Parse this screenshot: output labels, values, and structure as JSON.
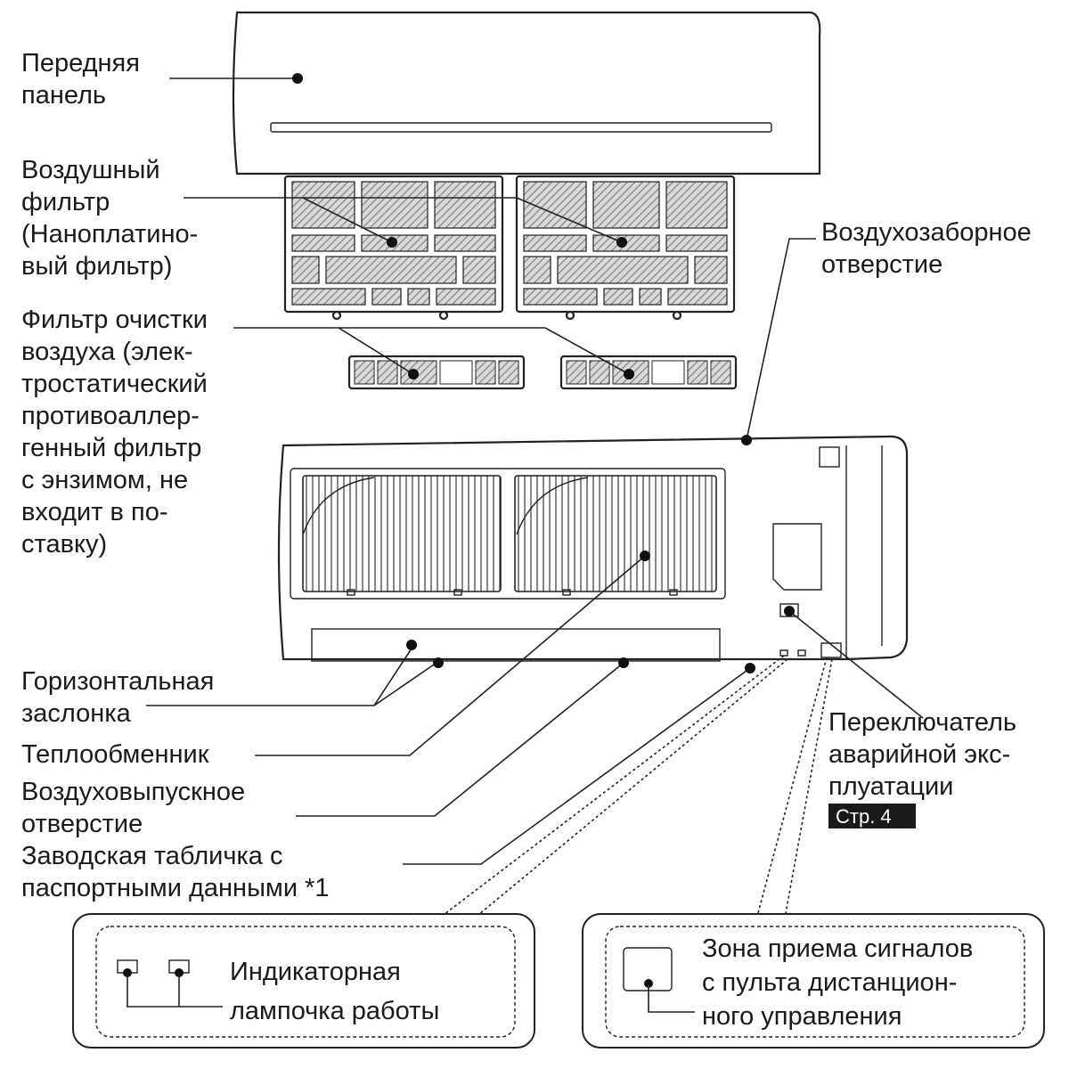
{
  "labels": {
    "front_panel": [
      "Передняя",
      "панель"
    ],
    "air_filter": [
      "Воздушный",
      "фильтр",
      "(Наноплатино-",
      "вый фильтр)"
    ],
    "cleaning_filter": [
      "Фильтр очистки",
      "воздуха (элек-",
      "тростатический",
      "противоаллер-",
      "генный фильтр",
      "с энзимом, не",
      "входит в по-",
      "ставку)"
    ],
    "air_intake": [
      "Воздухозаборное",
      "отверстие"
    ],
    "horizontal_flap": [
      "Горизонтальная",
      "заслонка"
    ],
    "heat_exchanger": [
      "Теплообменник"
    ],
    "air_outlet": [
      "Воздуховыпускное",
      "отверстие"
    ],
    "nameplate": [
      "Заводская табличка с",
      "паспортными данными *1"
    ],
    "emergency_switch": [
      "Переключатель",
      "аварийной экс-",
      "плуатации"
    ],
    "emergency_page_ref": "Стр. 4"
  },
  "boxes": {
    "indicator": [
      "Индикаторная",
      "лампочка работы"
    ],
    "receiver": [
      "Зона приема сигналов",
      "с пульта дистанцион-",
      "ного управления"
    ]
  },
  "colors": {
    "line": "#222222",
    "badge_bg": "#1a1a1a",
    "filter_hatch": "#8a8a8a"
  }
}
